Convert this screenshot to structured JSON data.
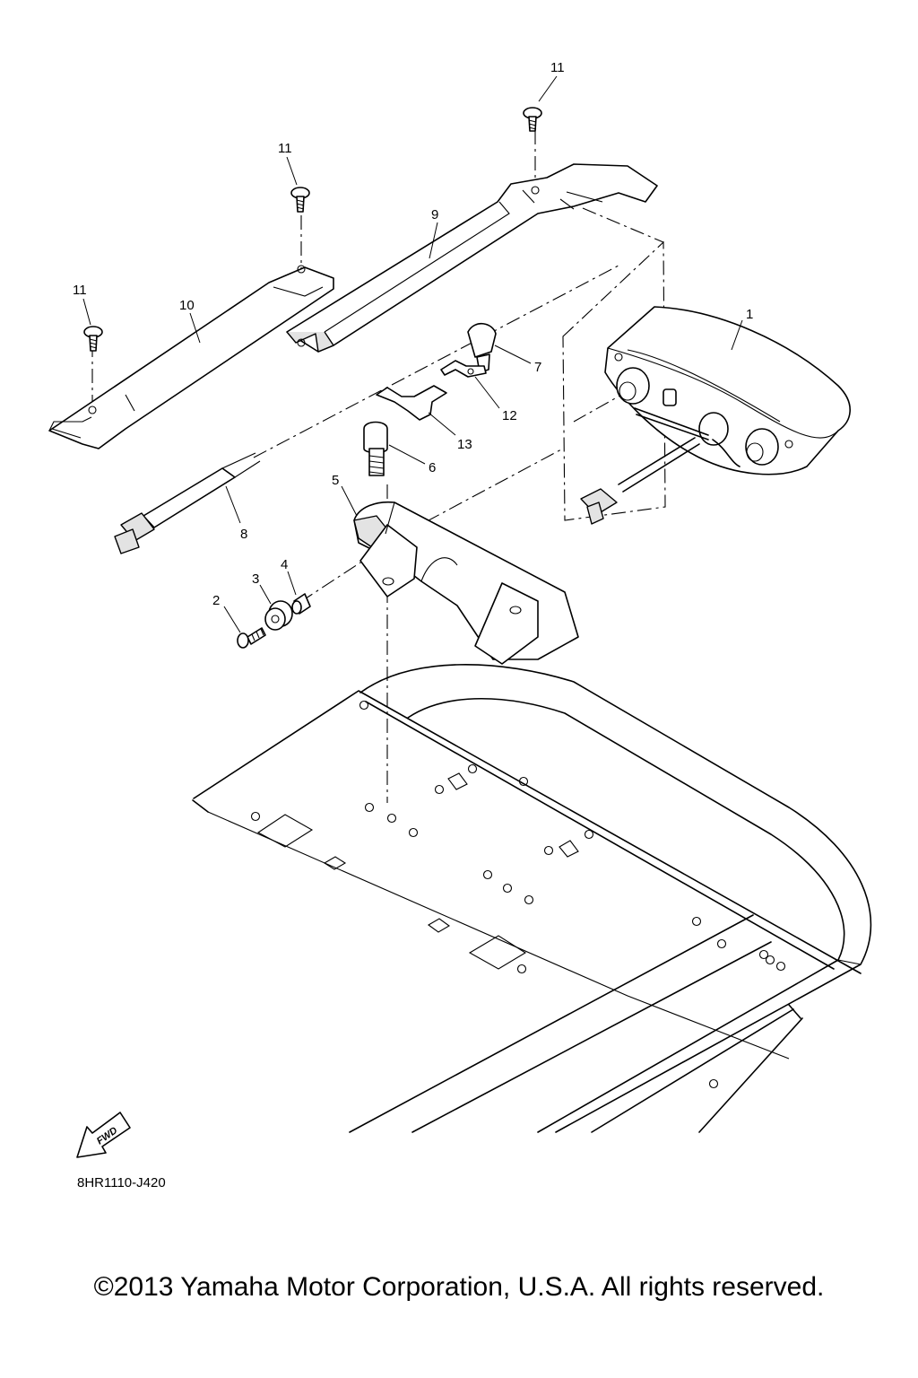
{
  "diagram": {
    "callouts": {
      "c1": "1",
      "c2": "2",
      "c3": "3",
      "c4": "4",
      "c5": "5",
      "c6": "6",
      "c7": "7",
      "c8": "8",
      "c9": "9",
      "c10": "10",
      "c11a": "11",
      "c11b": "11",
      "c11c": "11",
      "c12": "12",
      "c13": "13"
    },
    "fwd_label": "FWD",
    "code": "8HR1110-J420"
  },
  "footer": {
    "copyright": "©2013 Yamaha Motor Corporation, U.S.A. All rights reserved."
  }
}
